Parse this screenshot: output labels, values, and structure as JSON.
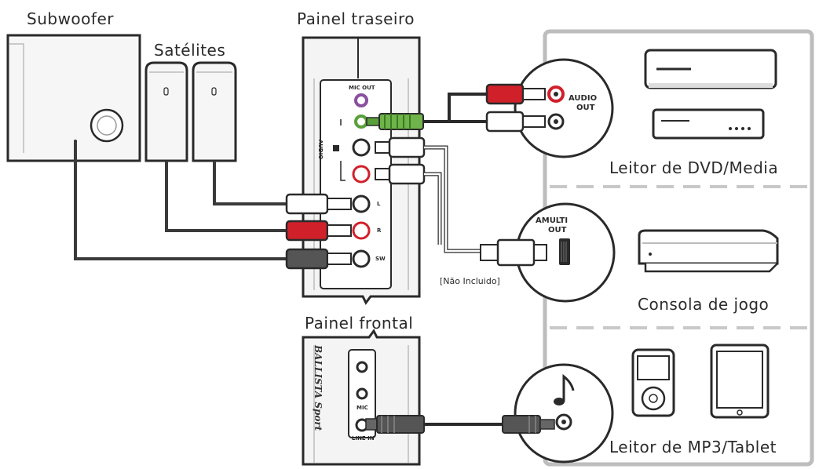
{
  "labels": {
    "subwoofer": "Subwoofer",
    "satellites": "Satélites",
    "rear_panel": "Painel traseiro",
    "front_panel": "Painel frontal",
    "dvd": "Leitor de DVD/Media",
    "console": "Consola de jogo",
    "mp3": "Leitor de MP3/Tablet",
    "audio_out_1": "AUDIO",
    "audio_out_2": "OUT",
    "multi_out_1": "AMULTI",
    "multi_out_2": "OUT",
    "not_included": "[Não Incluido]",
    "mic_out": "MIC OUT",
    "aux_vertical": "AUDIO",
    "jack_l": "L",
    "jack_r": "R",
    "jack_sw": "SW",
    "front_mic": "MIC",
    "front_linein": "LINE IN",
    "brand": "BALLISTA Sport"
  },
  "colors": {
    "stroke": "#2a2a2a",
    "red": "#d0202a",
    "green": "#5aa03a",
    "purple": "#8a4fa0",
    "dark_plug": "#555555",
    "panel_bg": "#f4f4f4",
    "box_border": "#bdbdbd",
    "dash": "#c8c8c8"
  }
}
